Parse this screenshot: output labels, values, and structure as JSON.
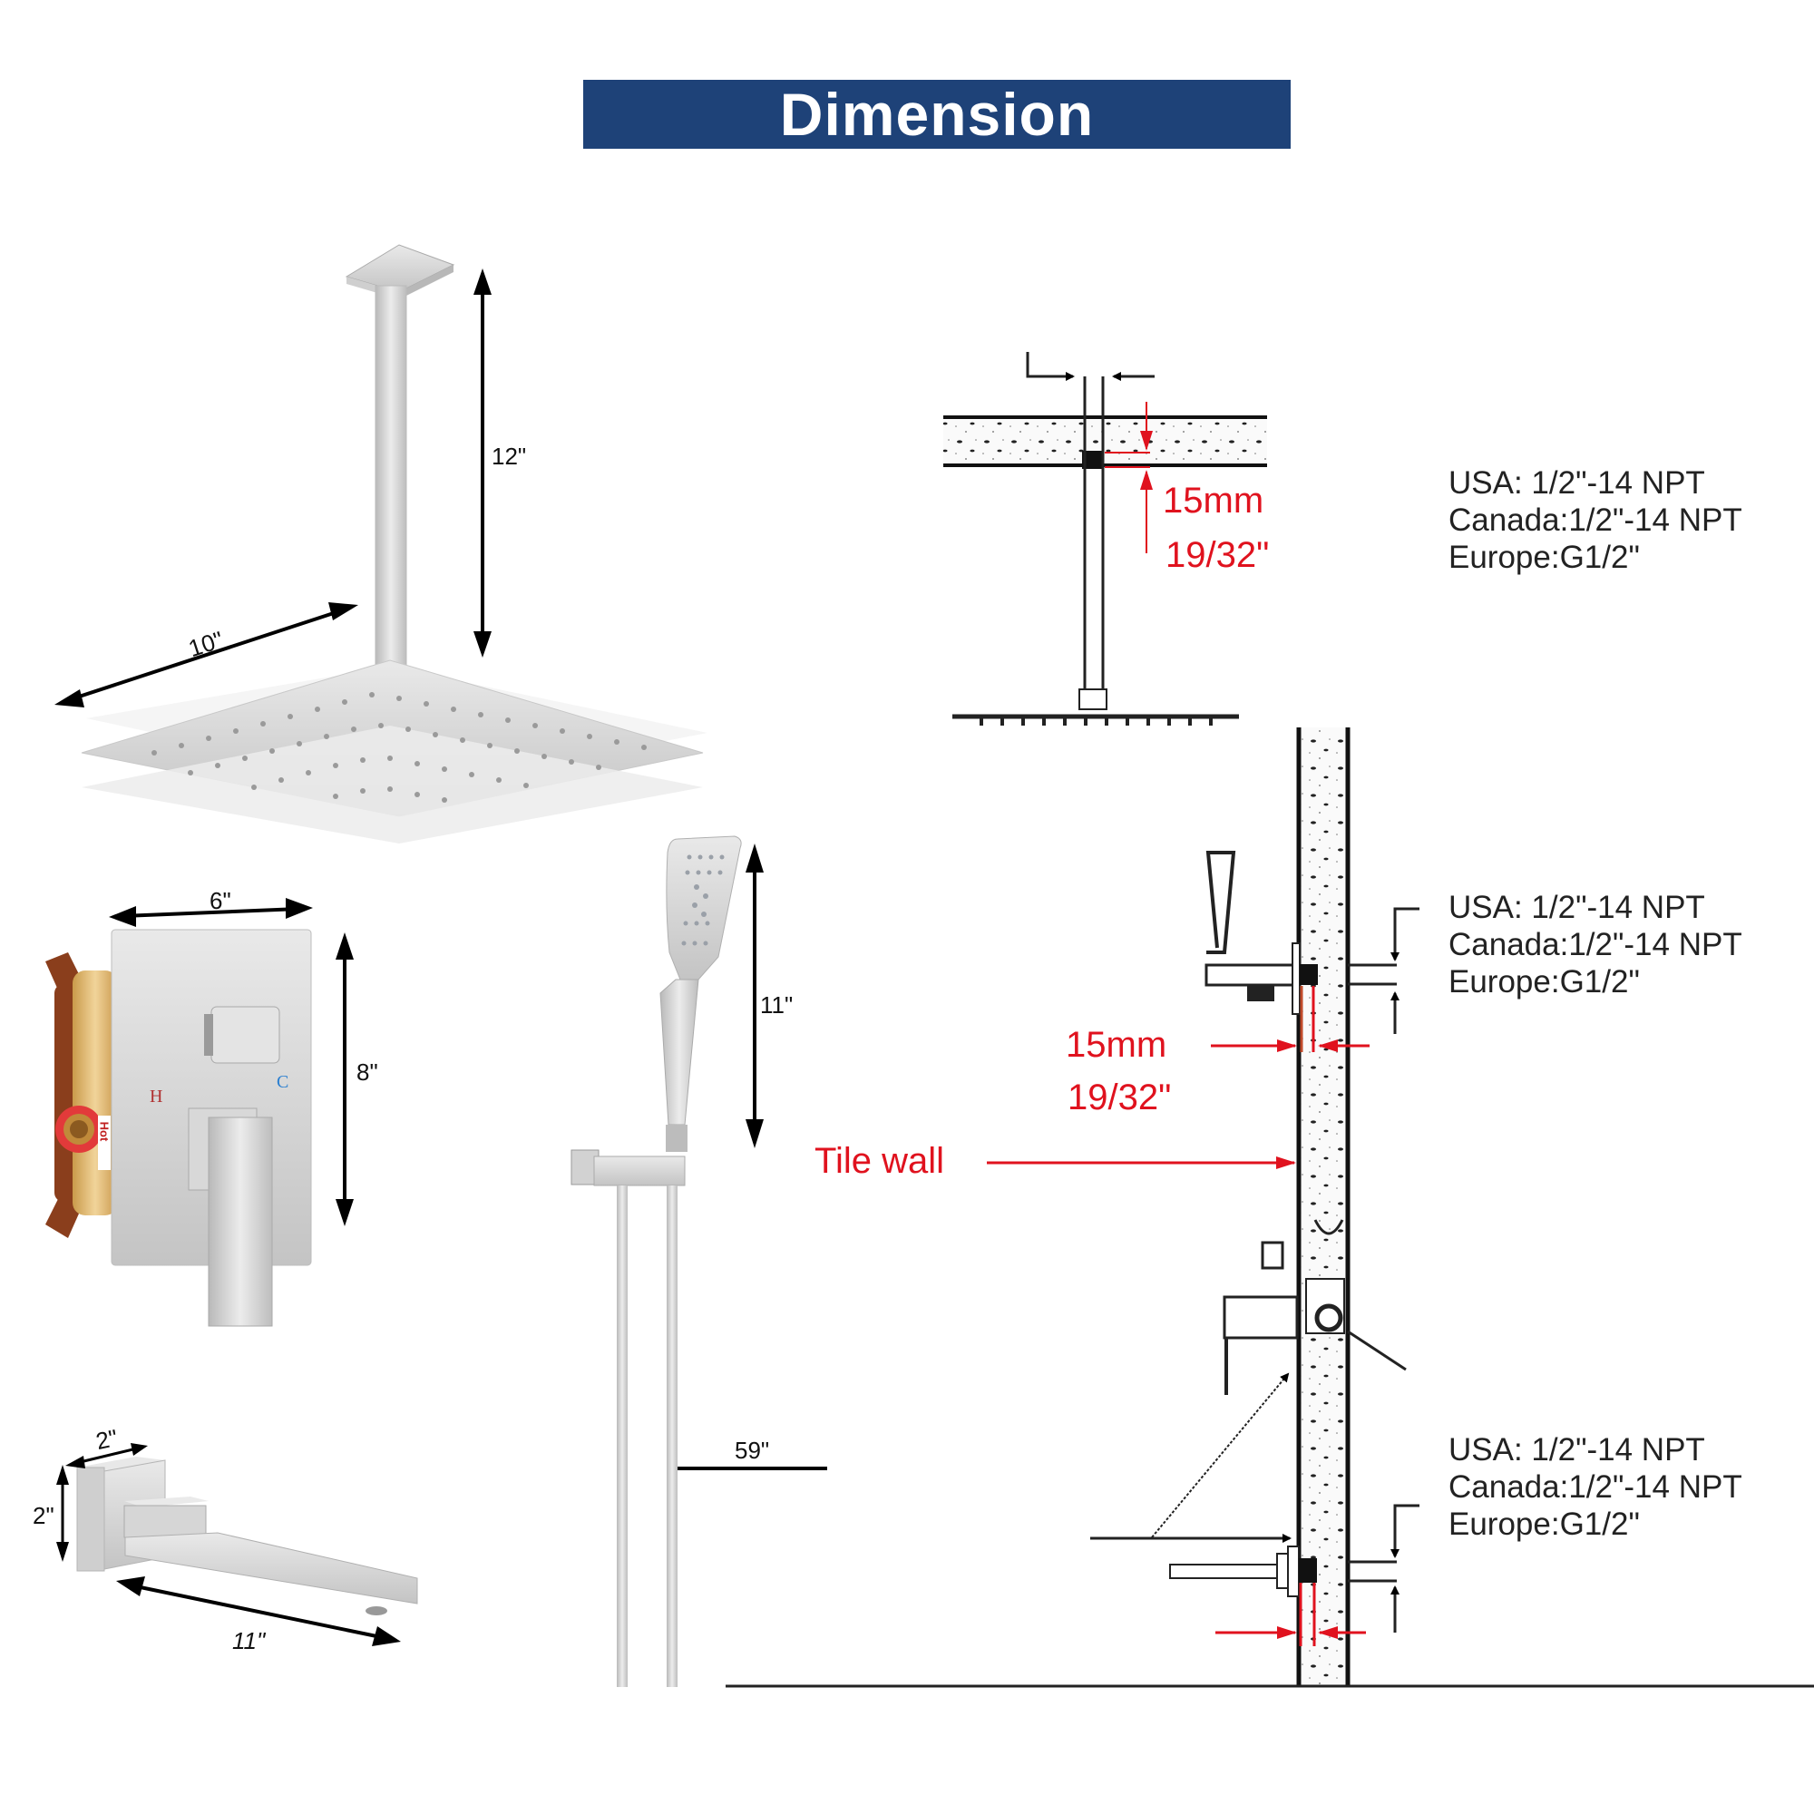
{
  "header": {
    "title": "Dimension",
    "banner_color": "#1e4278"
  },
  "products": {
    "rain_shower": {
      "arm_height": "12\"",
      "head_width": "10\""
    },
    "valve": {
      "width": "6\"",
      "height": "8\"",
      "hot_label": "H",
      "cold_label": "C",
      "box_label": "Hot"
    },
    "tub_spout": {
      "width": "2\"",
      "height": "2\"",
      "length": "11\""
    },
    "handheld": {
      "height": "11\"",
      "hose_length": "59\""
    }
  },
  "installation": {
    "ceiling": {
      "depth_mm": "15mm",
      "depth_in": "19/32\"",
      "spec": [
        "USA: 1/2\"-14 NPT",
        "Canada:1/2\"-14 NPT",
        "Europe:G1/2\""
      ]
    },
    "wall_outlet": {
      "depth_mm": "15mm",
      "depth_in": "19/32\"",
      "spec": [
        "USA: 1/2\"-14 NPT",
        "Canada:1/2\"-14 NPT",
        "Europe:G1/2\""
      ]
    },
    "tile_wall_label": "Tile wall",
    "spout_outlet": {
      "spec": [
        "USA: 1/2\"-14 NPT",
        "Canada:1/2\"-14 NPT",
        "Europe:G1/2\""
      ]
    }
  },
  "colors": {
    "annotation_red": "#e0121e",
    "metal": "#c9c9c9",
    "valve_box": "#e8c07a",
    "valve_bracket": "#8a3e1c"
  }
}
